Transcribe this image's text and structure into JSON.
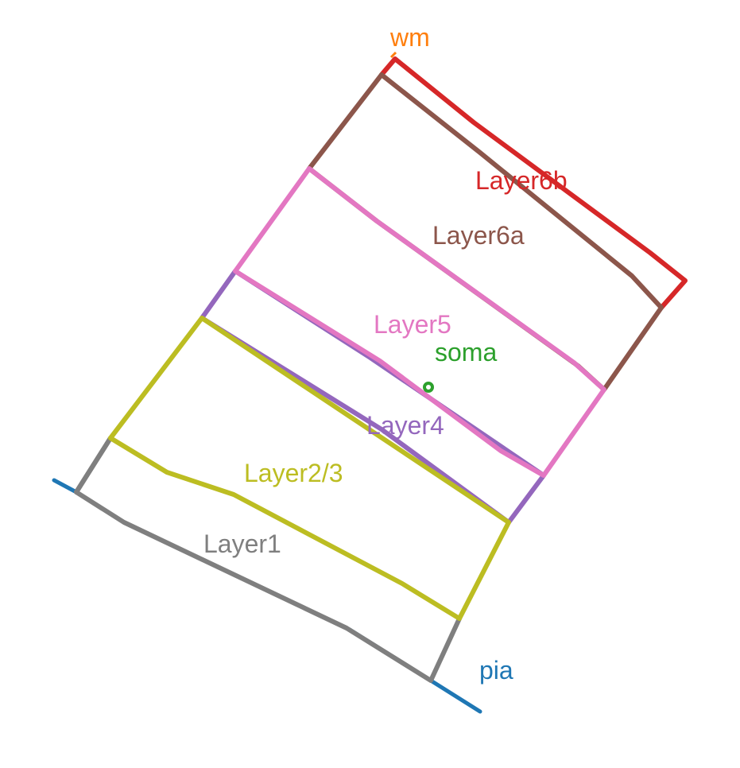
{
  "labels": {
    "wm": "wm",
    "pia": "pia",
    "layer1": "Layer1",
    "layer23": "Layer2/3",
    "layer4": "Layer4",
    "layer5": "Layer5",
    "layer6a": "Layer6a",
    "layer6b": "Layer6b",
    "soma": "soma"
  },
  "colors": {
    "wm": "#ff7f0e",
    "pia": "#1f77b4",
    "layer1": "#7f7f7f",
    "layer23": "#bcbd22",
    "layer4": "#9467bd",
    "layer5": "#e377c2",
    "layer6a": "#8c564b",
    "layer6b": "#d62728",
    "soma": "#2ca02c"
  }
}
